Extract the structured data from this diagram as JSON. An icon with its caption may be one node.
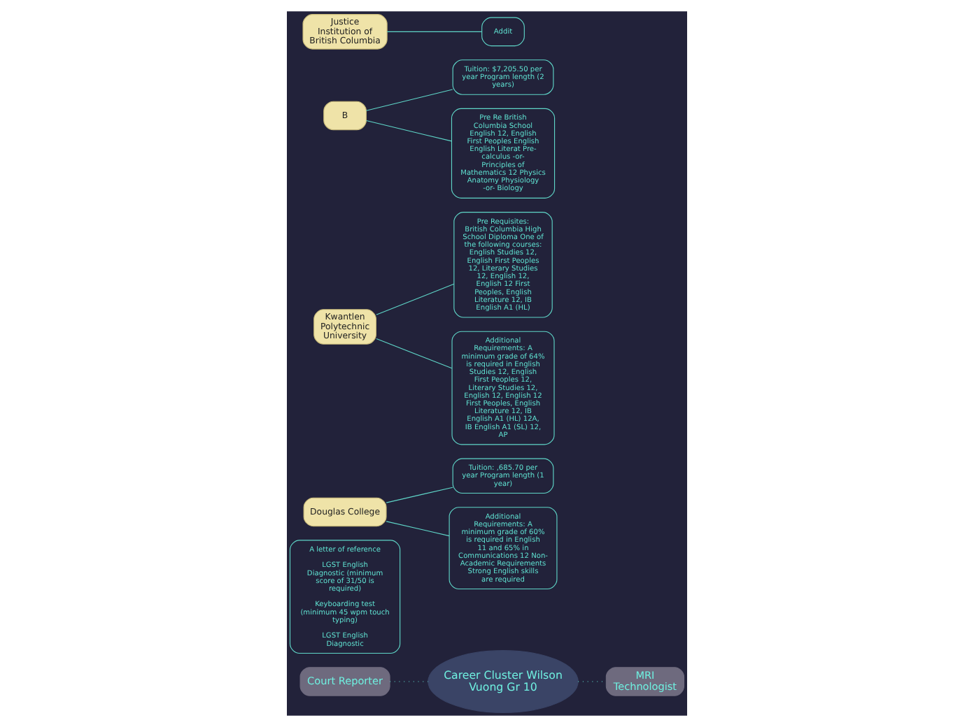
{
  "diagram": {
    "nodes": [
      {
        "text": [
          "Career Cluster Wilson Vuong Gr 10"
        ]
      },
      {
        "text": [
          "Court Reporter"
        ]
      },
      {
        "text": [
          "MRI Technologist"
        ]
      },
      {
        "text": [
          "A letter of reference",
          "LGST English Diagnostic (minimum score of 31/50 is required)",
          "Keyboarding test (minimum 45 wpm touch typing)",
          "LGST English Diagnostic"
        ]
      },
      {
        "text": [
          "Douglas College"
        ]
      },
      {
        "text": [
          "Tuition: ,685.70 per year Program length (1 year)"
        ]
      },
      {
        "text": [
          "Additional Requirements: A minimum grade of 60% is required in English 11 and 65% in Communications 12 Non-Academic Requirements Strong English skills are required"
        ]
      },
      {
        "text": [
          "Kwantlen Polytechnic University"
        ]
      },
      {
        "text": [
          "Pre Requisites: British Columbia High School Diploma One of the following courses: English Studies 12, English First Peoples 12, Literary Studies 12, English 12, English 12 First Peoples, English Literature 12, IB English A1 (HL)"
        ]
      },
      {
        "text": [
          "Additional Requirements: A minimum grade of 64% is required in English Studies 12, English First Peoples 12, Literary Studies 12, English 12, English 12 First Peoples, English Literature 12, IB English A1 (HL) 12A, IB English A1 (SL) 12, AP"
        ]
      },
      {
        "text": [
          "B"
        ]
      },
      {
        "text": [
          "Tuition: $7,205.50 per year Program length (2 years)"
        ]
      },
      {
        "text": [
          "Pre Re British Columbia School English 12, English First Peoples English English Literat Pre-calculus -or- Principles of Mathematics 12 Physics Anatomy Physiology -or- Biology"
        ]
      },
      {
        "text": [
          "Justice Institution of British Columbia"
        ]
      },
      {
        "text": [
          "Addit"
        ]
      }
    ],
    "edges": [
      {
        "from": 1,
        "to": 0,
        "arrow": "none",
        "style": "dashed"
      },
      {
        "from": 0,
        "to": 2,
        "arrow": "none",
        "style": "dashed"
      },
      {
        "from": 4,
        "to": 5,
        "arrow": "none"
      },
      {
        "from": 4,
        "to": 6,
        "arrow": "none"
      },
      {
        "from": 7,
        "to": 8,
        "arrow": "none"
      },
      {
        "from": 7,
        "to": 9,
        "arrow": "none"
      },
      {
        "from": 10,
        "to": 11,
        "arrow": "none"
      },
      {
        "from": 10,
        "to": 12,
        "arrow": "none"
      },
      {
        "from": 13,
        "to": 14,
        "arrow": "none"
      }
    ]
  }
}
